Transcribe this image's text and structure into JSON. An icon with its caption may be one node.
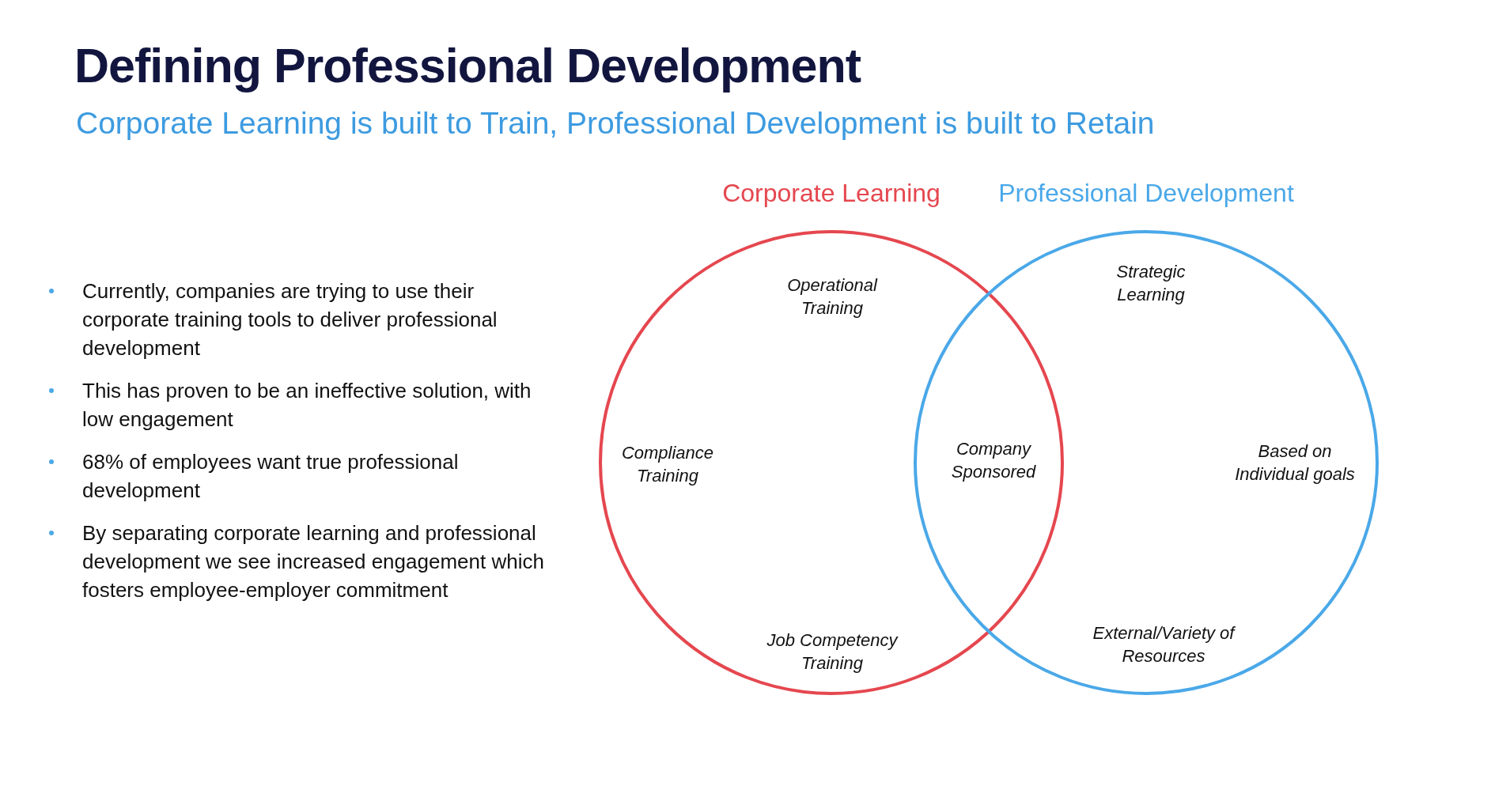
{
  "diagram": {
    "title": "Defining Professional Development",
    "caption": "Corporate Learning is built to Train, Professional Development is built to Retain",
    "nodes": [
      {
        "text": [
          "Corporate Learning",
          "Operational Training",
          "Compliance Training",
          "Job Competency Training"
        ]
      },
      {
        "text": [
          "Professional Development",
          "Strategic Learning",
          "Based on Individual goals",
          "External/Variety of Resources"
        ]
      }
    ],
    "edges": [],
    "labels": [
      "Currently, companies are trying to use their corporate training tools to deliver professional development",
      "This has proven to be an ineffective solution, with low engagement",
      "68% of employees want true professional development",
      "By separating corporate learning and professional development we see increased engagement which fosters employee-employer commitment",
      "Company Sponsored"
    ]
  }
}
